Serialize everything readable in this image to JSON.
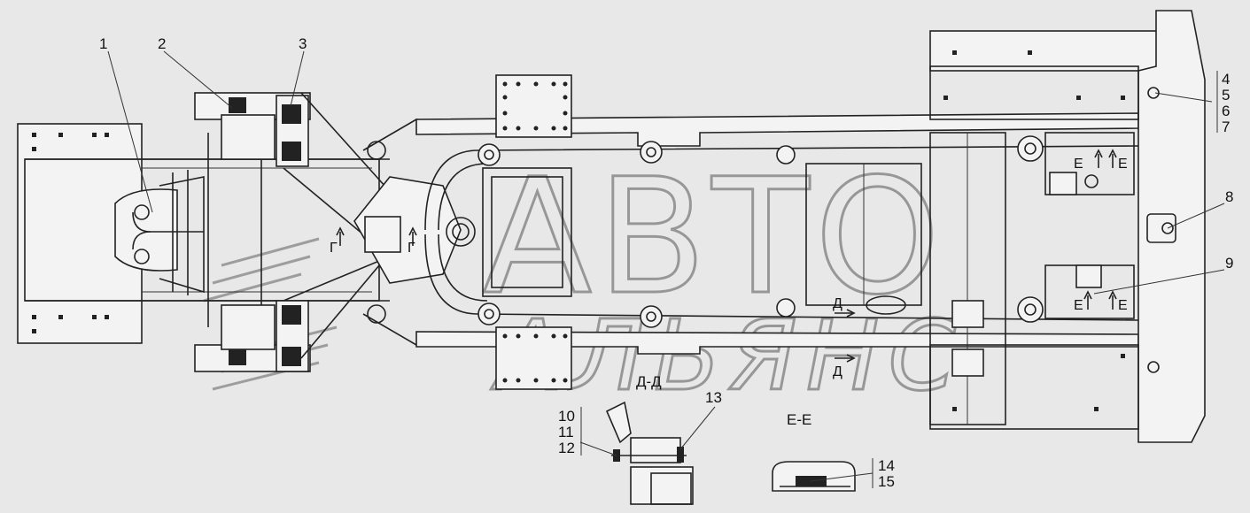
{
  "callouts": {
    "c1": "1",
    "c2": "2",
    "c3": "3",
    "c4": "4",
    "c5": "5",
    "c6": "6",
    "c7": "7",
    "c8": "8",
    "c9": "9",
    "c10": "10",
    "c11": "11",
    "c12": "12",
    "c13": "13",
    "c14": "14",
    "c15": "15"
  },
  "section_marks": {
    "g1": "Г",
    "g2": "Г",
    "d1": "Д",
    "d2": "Д",
    "e1": "Е",
    "e2": "Е",
    "e3": "Е",
    "e4": "Е"
  },
  "section_titles": {
    "dd": "Д-Д",
    "ee": "Е-Е"
  },
  "watermark": {
    "line1": "АВТО",
    "line2": "АЛЬЯНС"
  }
}
